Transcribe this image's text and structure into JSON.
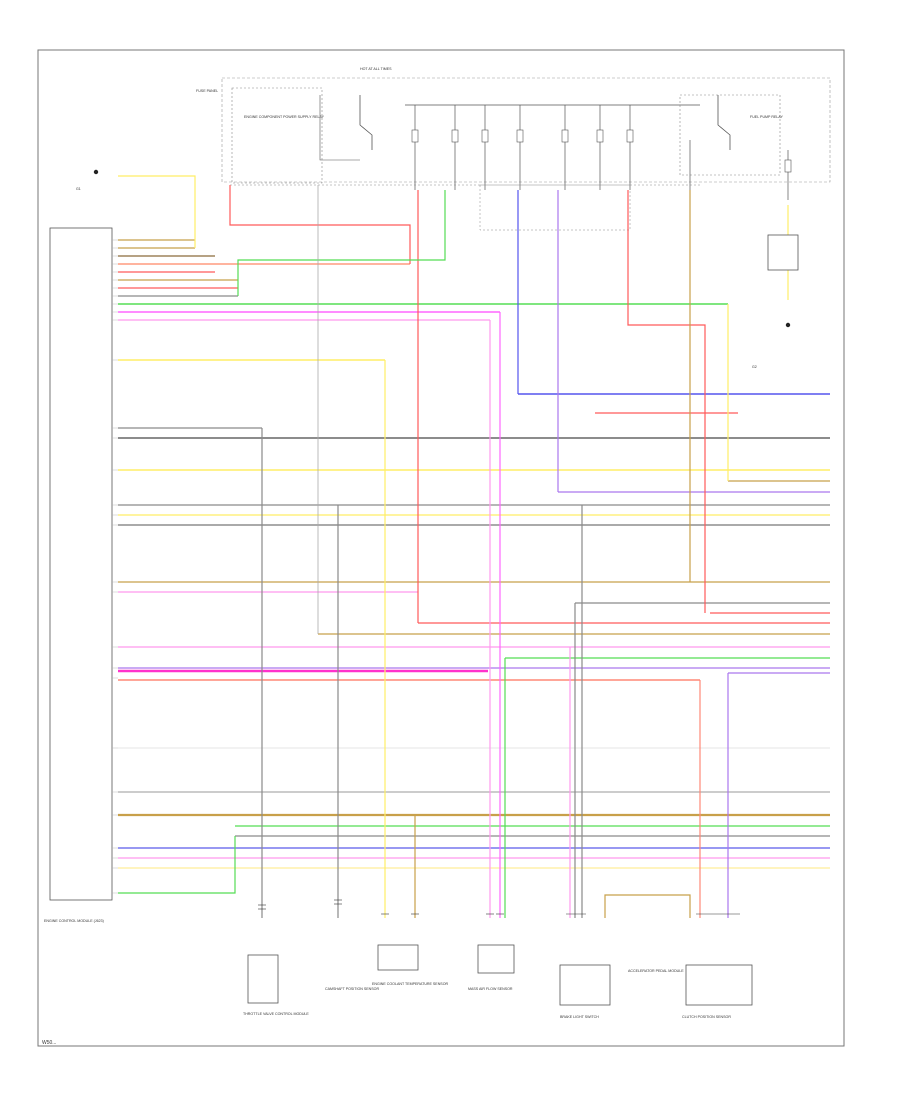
{
  "footer": {
    "code": "W50..."
  },
  "wire_colors": {
    "red": "#ff5a5a",
    "green": "#55dd55",
    "yellow": "#ffee66",
    "violet": "#aa77ee",
    "magenta": "#ff66ff",
    "pink": "#ff99ee",
    "blue": "#5555ee",
    "gray": "#8a8a8a",
    "black": "#444444",
    "brown_yellow": "#c8a04a",
    "red_yellow": "#ff8866",
    "white": "#bbbbbb",
    "frame": "#777777"
  },
  "components": [
    {
      "id": "ecm",
      "label": "ENGINE CONTROL MODULE (J623)"
    },
    {
      "id": "hot_fuse_top",
      "label": "HOT AT ALL TIMES"
    },
    {
      "id": "fuse_panel",
      "label": "FUSE PANEL"
    },
    {
      "id": "relay_left",
      "label": "ENGINE COMPONENT POWER SUPPLY RELAY"
    },
    {
      "id": "relay_right",
      "label": "FUEL PUMP RELAY"
    },
    {
      "id": "ground_top",
      "label": "G1"
    },
    {
      "id": "ground_right",
      "label": "G2"
    },
    {
      "id": "c1",
      "label": "THROTTLE VALVE CONTROL MODULE"
    },
    {
      "id": "c2",
      "label": "CAMSHAFT POSITION SENSOR"
    },
    {
      "id": "c3",
      "label": "ENGINE COOLANT TEMPERATURE SENSOR"
    },
    {
      "id": "c4",
      "label": "MASS AIR FLOW SENSOR"
    },
    {
      "id": "c5",
      "label": "BRAKE LIGHT SWITCH"
    },
    {
      "id": "c6",
      "label": "ACCELERATOR PEDAL MODULE"
    },
    {
      "id": "c7",
      "label": "CLUTCH POSITION SENSOR"
    }
  ]
}
